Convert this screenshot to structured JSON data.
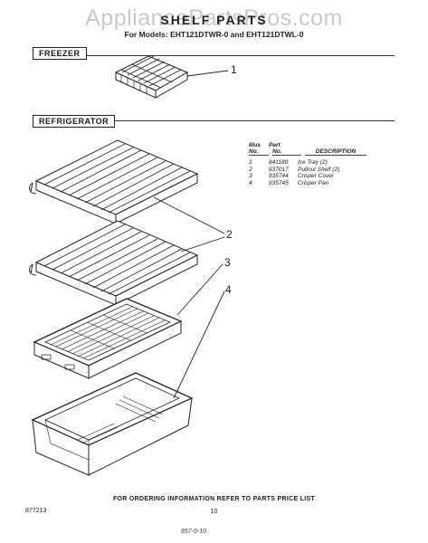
{
  "watermark": "AppliancePartsPros.com",
  "header": {
    "title": "SHELF PARTS",
    "subtitle": "For Models: EHT121DTWR-0 and EHT121DTWL-0"
  },
  "sections": {
    "freezer": "FREEZER",
    "refrigerator": "REFRIGERATOR"
  },
  "callouts": [
    "1",
    "2",
    "3",
    "4"
  ],
  "parts_table": {
    "headers": [
      {
        "top": "Illus",
        "bottom": "No."
      },
      {
        "top": "Part",
        "bottom": "No."
      },
      {
        "top": "",
        "bottom": "DESCRIPTION"
      }
    ],
    "rows": [
      {
        "illus": "1",
        "part": "841180",
        "description": "Ice Tray (2)"
      },
      {
        "illus": "2",
        "part": "937017",
        "description": "Pullout Shelf (2)"
      },
      {
        "illus": "3",
        "part": "935744",
        "description": "Crisper Cover"
      },
      {
        "illus": "4",
        "part": "935745",
        "description": "Crisper Pan"
      }
    ]
  },
  "footer": {
    "ordering_note": "FOR ORDERING INFORMATION REFER TO PARTS PRICE LIST",
    "doc_number": "877213",
    "page_number": "10",
    "handwritten_note": "857-0-10"
  }
}
